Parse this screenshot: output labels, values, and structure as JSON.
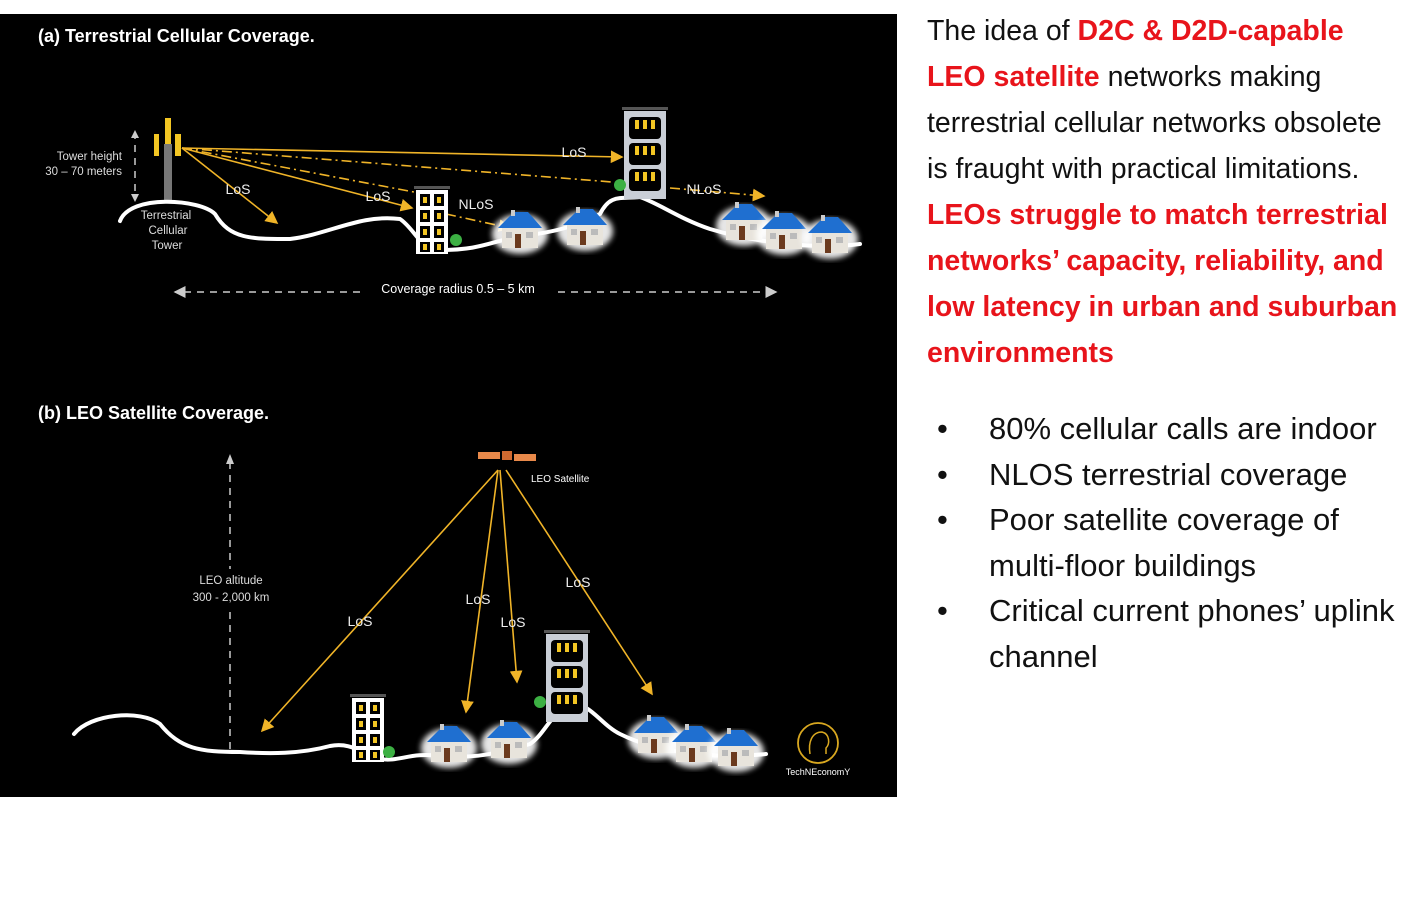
{
  "diagram": {
    "panel_a": {
      "title": "(a) Terrestrial Cellular Coverage.",
      "tower_height_line1": "Tower height",
      "tower_height_line2": "30 – 70 meters",
      "tower_label": [
        "Terrestrial",
        "Cellular",
        "Tower"
      ],
      "los_labels": [
        "LoS",
        "LoS",
        "LoS"
      ],
      "nlos_labels": [
        "NLoS",
        "NLoS"
      ],
      "coverage_label": "Coverage radius 0.5 – 5 km"
    },
    "panel_b": {
      "title": "(b) LEO Satellite Coverage.",
      "satellite_label": "LEO Satellite",
      "altitude_line1": "LEO altitude",
      "altitude_line2": "300 - 2,000 km",
      "los_labels": [
        "LoS",
        "LoS",
        "LoS",
        "LoS"
      ]
    },
    "logo_text": "TechNEconomY",
    "colors": {
      "ray": "#f0b428",
      "roof": "#1f6fd0",
      "phone": "#3cb043"
    }
  },
  "text": {
    "p1": "The idea of ",
    "p2": "D2C & D2D-capable LEO satellite",
    "p3": " networks making terrestrial cellular networks obsolete is fraught with practical limitations. ",
    "p4": "LEOs struggle to match terrestrial networks’ capacity, reliability, and low latency in urban and suburban environments",
    "bullet": "•",
    "bullets": [
      "80% cellular calls are indoor",
      "NLOS terrestrial coverage",
      "Poor satellite coverage of multi-floor buildings",
      "Critical current phones’ uplink  channel"
    ]
  }
}
